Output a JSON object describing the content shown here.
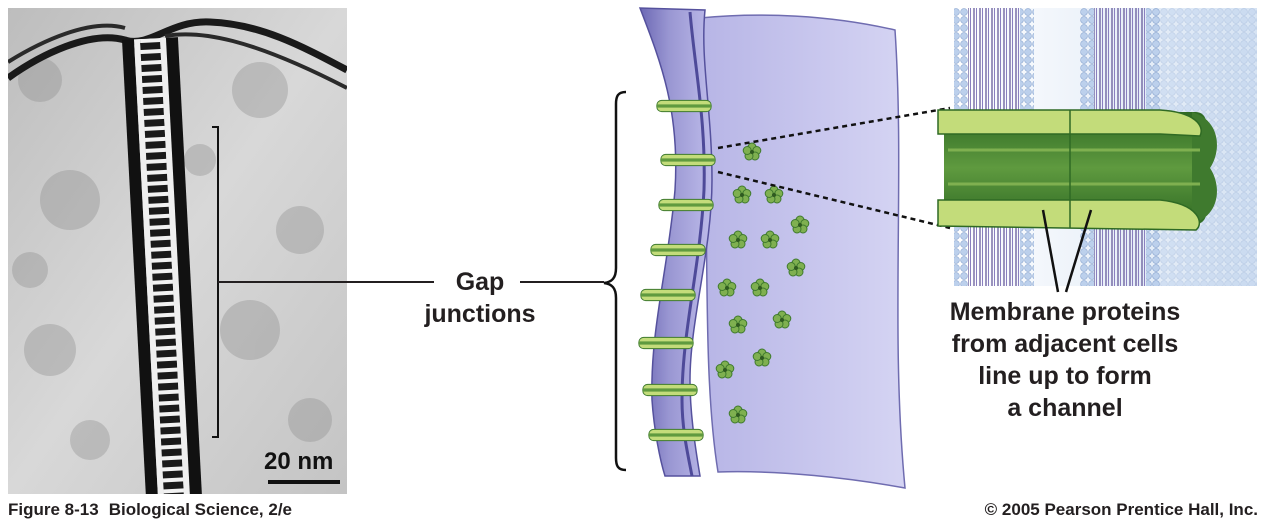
{
  "labels": {
    "gap_line1": "Gap",
    "gap_line2": "junctions",
    "membrane_line1": "Membrane proteins",
    "membrane_line2": "from adjacent cells",
    "membrane_line3": "line up to form",
    "membrane_line4": "a channel",
    "scale": "20 nm"
  },
  "caption": {
    "figure": "Figure 8-13",
    "book": "Biological Science, 2/e",
    "copyright": "© 2005 Pearson Prentice Hall, Inc."
  },
  "colors": {
    "membrane": "#8f8bc7",
    "membrane_light": "#c9c8ee",
    "protein_light": "#c3dc7a",
    "protein_dark": "#3f7a2e",
    "lipid_head": "#b9cdea"
  }
}
